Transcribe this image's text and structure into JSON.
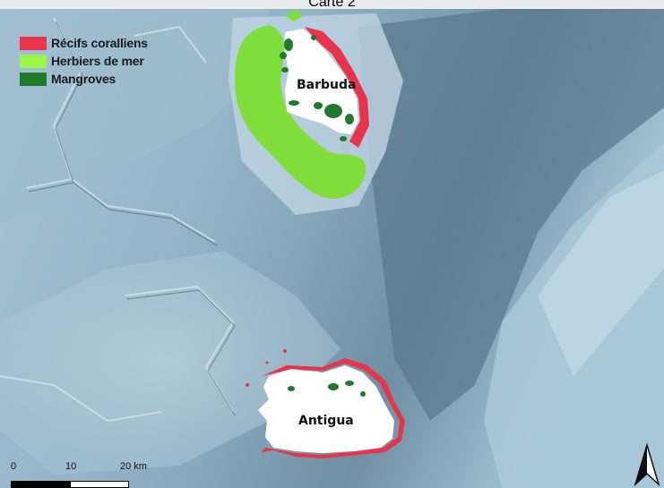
{
  "map": {
    "title": "Carte 2",
    "labels": {
      "barbuda": "Barbuda",
      "antigua": "Antigua"
    },
    "legend": [
      {
        "label": "Récifs coralliens",
        "color": "#e8334a"
      },
      {
        "label": "Herbiers de mer",
        "color": "#9cf54b"
      },
      {
        "label": "Mangroves",
        "color": "#1f7a2c"
      }
    ],
    "scale_bar": {
      "ticks": [
        "0",
        "10",
        "20 km"
      ]
    },
    "colors": {
      "sea_shallow": "#b9d3e3",
      "sea_mid": "#8fb2c6",
      "sea_deep": "#4f6e82",
      "land": "#ffffff",
      "coral": "#e8334a",
      "seagrass": "#7fde3a",
      "mangrove": "#1f7a2c"
    },
    "north_arrow_icon": "north-arrow-icon"
  }
}
